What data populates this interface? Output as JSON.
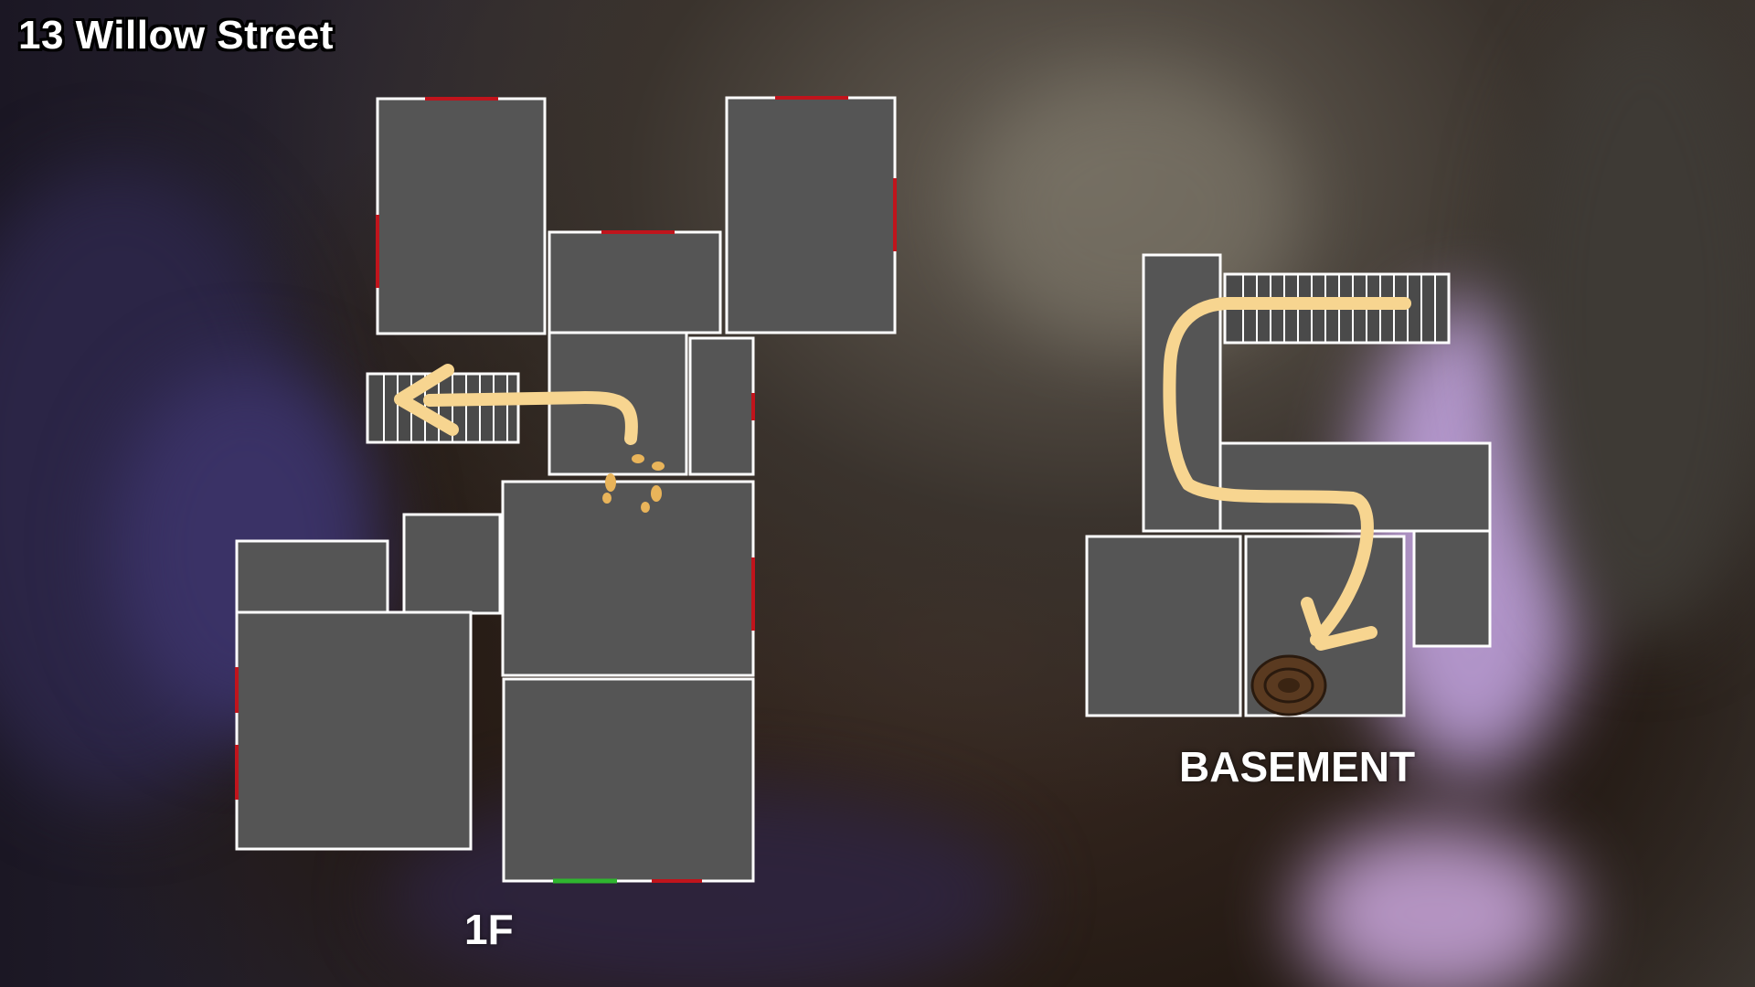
{
  "map": {
    "title": "13 Willow Street",
    "floors": [
      {
        "id": "1f",
        "label": "1F"
      },
      {
        "id": "basement",
        "label": "BASEMENT"
      }
    ],
    "legend_colors": {
      "room_fill": "#555555",
      "wall": "#ffffff",
      "window": "#c0141c",
      "entrance_door": "#2fb52f",
      "route": "#f7d590",
      "footprints": "#e9b45a",
      "bone_object": "#5a3a20"
    },
    "icons": [
      "footprints-icon",
      "route-arrow",
      "bone-pile-icon"
    ]
  }
}
